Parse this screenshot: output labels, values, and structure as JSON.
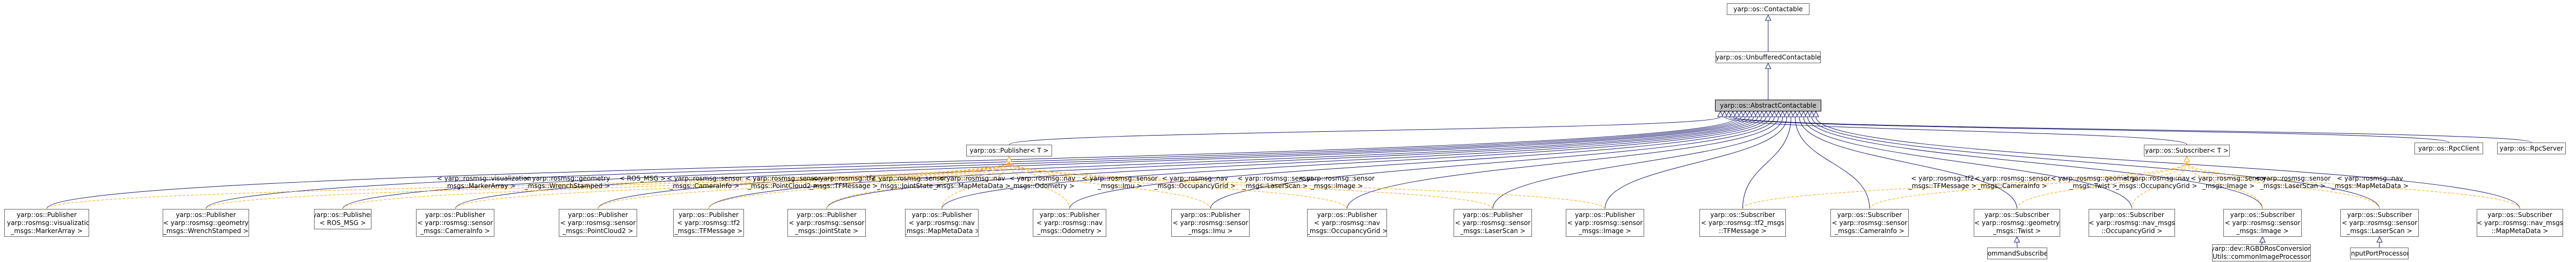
{
  "colors": {
    "inheritance_edge": "#191970",
    "template_edge": "#ffa500",
    "node_border": "#666666",
    "focus_fill": "#bfbfbf"
  },
  "nodes": [
    {
      "id": "contactable",
      "lines": [
        "yarp::os::Contactable"
      ]
    },
    {
      "id": "unbuffered",
      "lines": [
        "yarp::os::UnbufferedContactable"
      ]
    },
    {
      "id": "abstract",
      "lines": [
        "yarp::os::AbstractContactable"
      ],
      "focus": true
    },
    {
      "id": "publisher_t",
      "lines": [
        "yarp::os::Publisher< T >"
      ]
    },
    {
      "id": "subscriber_t",
      "lines": [
        "yarp::os::Subscriber< T >"
      ]
    },
    {
      "id": "rpcclient",
      "lines": [
        "yarp::os::RpcClient"
      ]
    },
    {
      "id": "rpcserver",
      "lines": [
        "yarp::os::RpcServer"
      ]
    },
    {
      "id": "pub_markerarray",
      "lines": [
        "yarp::os::Publisher",
        "< yarp::rosmsg::visualization",
        "_msgs::MarkerArray >"
      ]
    },
    {
      "id": "pub_wrench",
      "lines": [
        "yarp::os::Publisher",
        "< yarp::rosmsg::geometry",
        "_msgs::WrenchStamped >"
      ]
    },
    {
      "id": "pub_rosmsg",
      "lines": [
        "yarp::os::Publisher",
        "< ROS_MSG >"
      ]
    },
    {
      "id": "pub_caminfo",
      "lines": [
        "yarp::os::Publisher",
        "< yarp::rosmsg::sensor",
        "_msgs::CameraInfo >"
      ]
    },
    {
      "id": "pub_pointcloud",
      "lines": [
        "yarp::os::Publisher",
        "< yarp::rosmsg::sensor",
        "_msgs::PointCloud2 >"
      ]
    },
    {
      "id": "pub_tfmessage",
      "lines": [
        "yarp::os::Publisher",
        "< yarp::rosmsg::tf2",
        "_msgs::TFMessage >"
      ]
    },
    {
      "id": "pub_jointstate",
      "lines": [
        "yarp::os::Publisher",
        "< yarp::rosmsg::sensor",
        "_msgs::JointState >"
      ]
    },
    {
      "id": "pub_mapmeta",
      "lines": [
        "yarp::os::Publisher",
        "< yarp::rosmsg::nav",
        "_msgs::MapMetaData >"
      ]
    },
    {
      "id": "pub_odometry",
      "lines": [
        "yarp::os::Publisher",
        "< yarp::rosmsg::nav",
        "_msgs::Odometry >"
      ]
    },
    {
      "id": "pub_imu",
      "lines": [
        "yarp::os::Publisher",
        "< yarp::rosmsg::sensor",
        "_msgs::Imu >"
      ]
    },
    {
      "id": "pub_occgrid",
      "lines": [
        "yarp::os::Publisher",
        "< yarp::rosmsg::nav",
        "_msgs::OccupancyGrid >"
      ]
    },
    {
      "id": "pub_laserscan",
      "lines": [
        "yarp::os::Publisher",
        "< yarp::rosmsg::sensor",
        "_msgs::LaserScan >"
      ]
    },
    {
      "id": "pub_image",
      "lines": [
        "yarp::os::Publisher",
        "< yarp::rosmsg::sensor",
        "_msgs::Image >"
      ]
    },
    {
      "id": "sub_tfmessage",
      "lines": [
        "yarp::os::Subscriber",
        "< yarp::rosmsg::tf2_msgs",
        "::TFMessage >"
      ]
    },
    {
      "id": "sub_caminfo",
      "lines": [
        "yarp::os::Subscriber",
        "< yarp::rosmsg::sensor",
        "_msgs::CameraInfo >"
      ]
    },
    {
      "id": "sub_twist",
      "lines": [
        "yarp::os::Subscriber",
        "< yarp::rosmsg::geometry",
        "_msgs::Twist >"
      ]
    },
    {
      "id": "sub_occgrid",
      "lines": [
        "yarp::os::Subscriber",
        "< yarp::rosmsg::nav_msgs",
        "::OccupancyGrid >"
      ]
    },
    {
      "id": "sub_image",
      "lines": [
        "yarp::os::Subscriber",
        "< yarp::rosmsg::sensor",
        "_msgs::Image >"
      ]
    },
    {
      "id": "sub_laserscan",
      "lines": [
        "yarp::os::Subscriber",
        "< yarp::rosmsg::sensor",
        "_msgs::LaserScan >"
      ]
    },
    {
      "id": "sub_mapmeta",
      "lines": [
        "yarp::os::Subscriber",
        "< yarp::rosmsg::nav_msgs",
        "::MapMetaData >"
      ]
    },
    {
      "id": "commandsubscriber",
      "lines": [
        "commandSubscriber"
      ]
    },
    {
      "id": "rgbdros",
      "lines": [
        "yarp::dev::RGBDRosConversion",
        "Utils::commonImageProcessor"
      ]
    },
    {
      "id": "inputport",
      "lines": [
        "InputPortProcessor"
      ]
    }
  ],
  "edge_labels": [
    {
      "target": "pub_markerarray",
      "lines": [
        "< yarp::rosmsg::visualization",
        "_msgs::MarkerArray >"
      ]
    },
    {
      "target": "pub_wrench",
      "lines": [
        "< yarp::rosmsg::geometry",
        "_msgs::WrenchStamped >"
      ]
    },
    {
      "target": "pub_rosmsg",
      "lines": [
        "< ROS_MSG >"
      ]
    },
    {
      "target": "pub_caminfo",
      "lines": [
        "< yarp::rosmsg::sensor",
        "_msgs::CameraInfo >"
      ]
    },
    {
      "target": "pub_pointcloud",
      "lines": [
        "< yarp::rosmsg::sensor",
        "_msgs::PointCloud2 >"
      ]
    },
    {
      "target": "pub_tfmessage",
      "lines": [
        "< yarp::rosmsg::tf2",
        "_msgs::TFMessage >"
      ]
    },
    {
      "target": "pub_jointstate",
      "lines": [
        "< yarp::rosmsg::sensor",
        "_msgs::JointState >"
      ]
    },
    {
      "target": "pub_mapmeta",
      "lines": [
        "< yarp::rosmsg::nav",
        "_msgs::MapMetaData >"
      ]
    },
    {
      "target": "pub_odometry",
      "lines": [
        "< yarp::rosmsg::nav",
        "_msgs::Odometry >"
      ]
    },
    {
      "target": "pub_imu",
      "lines": [
        "< yarp::rosmsg::sensor",
        "_msgs::Imu >"
      ]
    },
    {
      "target": "pub_occgrid",
      "lines": [
        "< yarp::rosmsg::nav",
        "_msgs::OccupancyGrid >"
      ]
    },
    {
      "target": "pub_laserscan",
      "lines": [
        "< yarp::rosmsg::sensor",
        "_msgs::LaserScan >"
      ]
    },
    {
      "target": "pub_image",
      "lines": [
        "< yarp::rosmsg::sensor",
        "_msgs::Image >"
      ]
    },
    {
      "target": "sub_tfmessage",
      "lines": [
        "< yarp::rosmsg::tf2",
        "_msgs::TFMessage >"
      ]
    },
    {
      "target": "sub_caminfo",
      "lines": [
        "< yarp::rosmsg::sensor",
        "_msgs::CameraInfo >"
      ]
    },
    {
      "target": "sub_twist",
      "lines": [
        "< yarp::rosmsg::geometry",
        "_msgs::Twist >"
      ]
    },
    {
      "target": "sub_occgrid",
      "lines": [
        "< yarp::rosmsg::nav",
        "_msgs::OccupancyGrid >"
      ]
    },
    {
      "target": "sub_image",
      "lines": [
        "< yarp::rosmsg::sensor",
        "_msgs::Image >"
      ]
    },
    {
      "target": "sub_laserscan",
      "lines": [
        "< yarp::rosmsg::sensor",
        "_msgs::LaserScan >"
      ]
    },
    {
      "target": "sub_mapmeta",
      "lines": [
        "< yarp::rosmsg::nav",
        "_msgs::MapMetaData >"
      ]
    }
  ]
}
